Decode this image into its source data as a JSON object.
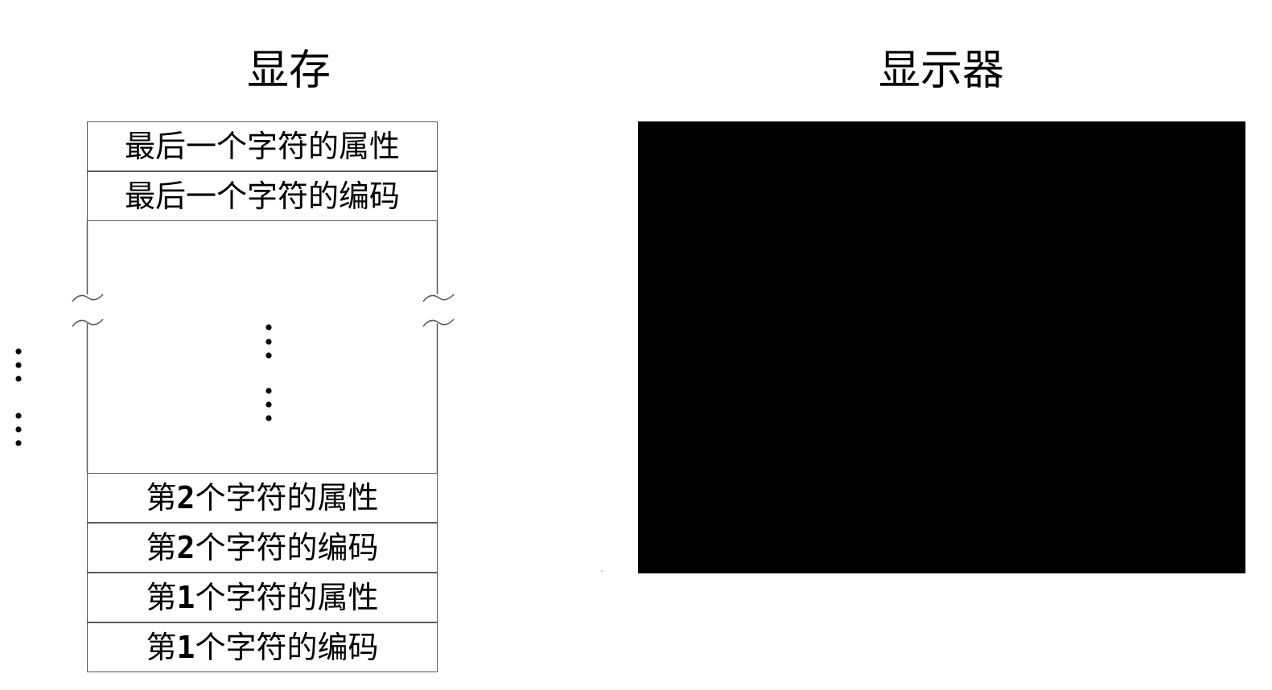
{
  "titles": {
    "vram": "显存",
    "display": "显示器"
  },
  "vram": {
    "top_cells": [
      {
        "text": "最后一个字符的属性"
      },
      {
        "text": "最后一个字符的编码"
      }
    ],
    "bottom_cells": [
      {
        "prefix": "第",
        "num": "2",
        "suffix": "个字符的属性"
      },
      {
        "prefix": "第",
        "num": "2",
        "suffix": "个字符的编码"
      },
      {
        "prefix": "第",
        "num": "1",
        "suffix": "个字符的属性"
      },
      {
        "prefix": "第",
        "num": "1",
        "suffix": "个字符的编码"
      }
    ]
  },
  "colors": {
    "screen": "#000000",
    "border": "#5a5a5a",
    "background": "#ffffff"
  }
}
